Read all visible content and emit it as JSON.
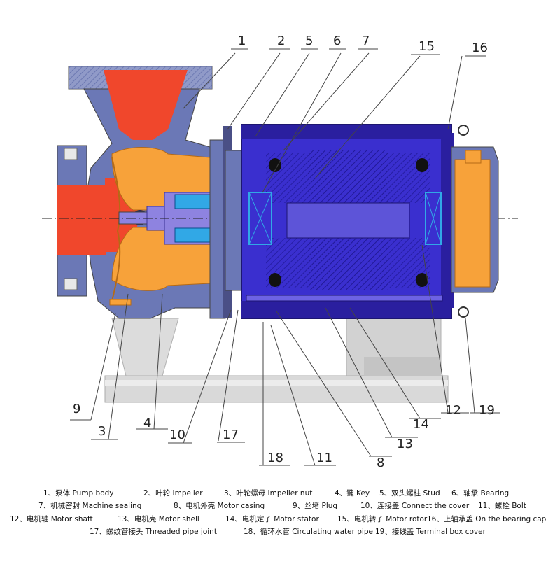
{
  "colors": {
    "pump_red": "#f0472c",
    "pump_orange": "#f7a23a",
    "casing_grey": "#6b78b6",
    "motor_blue": "#3a2fcf",
    "motor_dark": "#2a1f9f",
    "shaft_purple": "#8e83e0",
    "bearing_cyan": "#31a8e6",
    "base_grey": "#d6d6d6"
  },
  "callouts": {
    "n1": "1",
    "n2": "2",
    "n3": "3",
    "n4": "4",
    "n5": "5",
    "n6": "6",
    "n7": "7",
    "n8": "8",
    "n9": "9",
    "n10": "10",
    "n11": "11",
    "n12": "12",
    "n13": "13",
    "n14": "14",
    "n15": "15",
    "n16": "16",
    "n17": "17",
    "n18": "18",
    "n19": "19"
  },
  "legend": {
    "row1": [
      "1、泵体 Pump body",
      "2、叶轮 Impeller",
      "3、叶轮螺母 Impeller nut",
      "4、键 Key",
      "5、双头螺柱 Stud",
      "6、轴承 Bearing"
    ],
    "row2": [
      "7、机械密封 Machine sealing",
      "8、电机外壳 Motor casing",
      "9、丝堵 Plug",
      "10、连接盖 Connect the cover",
      "11、螺栓 Bolt"
    ],
    "row3": [
      "12、电机轴 Motor shaft",
      "13、电机壳 Motor shell",
      "14、电机定子 Motor stator",
      "15、电机转子 Motor rotor",
      "16、上轴承盖 On the bearing cap"
    ],
    "row4": [
      "17、螺纹管接头 Threaded pipe joint",
      "18、循环水管 Circulating water pipe",
      "19、接线盖 Terminal box cover"
    ]
  }
}
